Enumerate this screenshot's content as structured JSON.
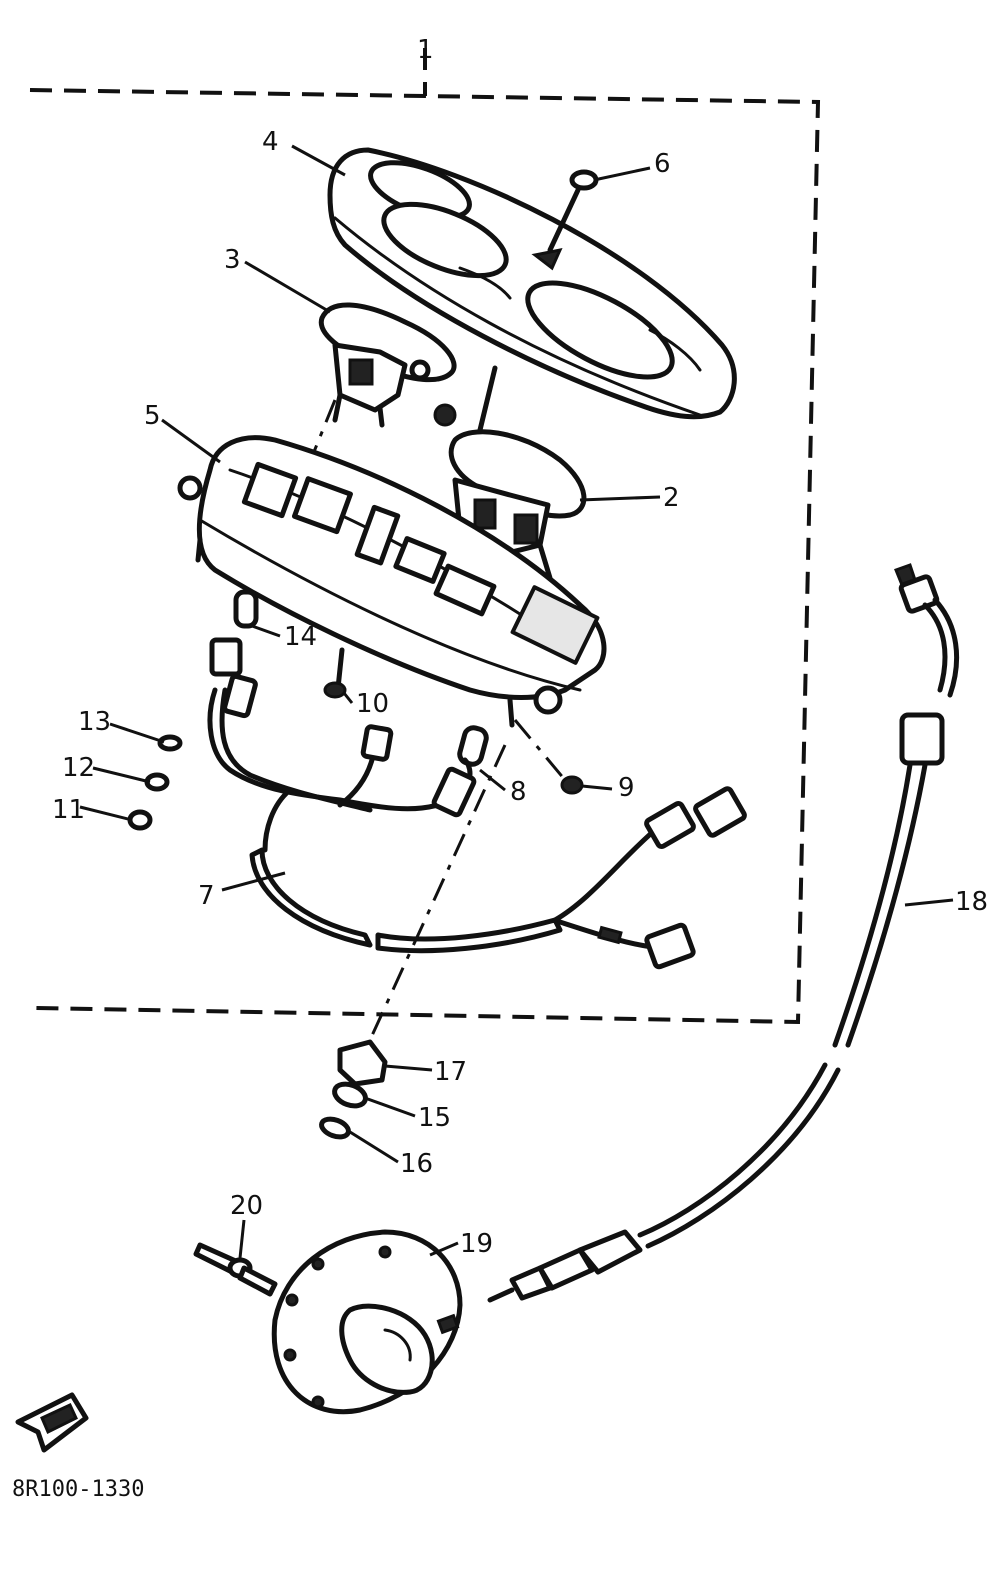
{
  "callouts": [
    {
      "id": "1",
      "text": "1"
    },
    {
      "id": "2",
      "text": "2"
    },
    {
      "id": "3",
      "text": "3"
    },
    {
      "id": "4",
      "text": "4"
    },
    {
      "id": "5",
      "text": "5"
    },
    {
      "id": "6",
      "text": "6"
    },
    {
      "id": "7",
      "text": "7"
    },
    {
      "id": "8",
      "text": "8"
    },
    {
      "id": "9",
      "text": "9"
    },
    {
      "id": "10",
      "text": "10"
    },
    {
      "id": "11",
      "text": "11"
    },
    {
      "id": "12",
      "text": "12"
    },
    {
      "id": "13",
      "text": "13"
    },
    {
      "id": "14",
      "text": "14"
    },
    {
      "id": "15",
      "text": "15"
    },
    {
      "id": "16",
      "text": "16"
    },
    {
      "id": "17",
      "text": "17"
    },
    {
      "id": "18",
      "text": "18"
    },
    {
      "id": "19",
      "text": "19"
    },
    {
      "id": "20",
      "text": "20"
    }
  ],
  "diagram_code": "8R100-1330",
  "icons": {
    "front_arrow": "front-direction-arrow-icon"
  },
  "colors": {
    "ink": "#111111",
    "paper": "#ffffff"
  }
}
